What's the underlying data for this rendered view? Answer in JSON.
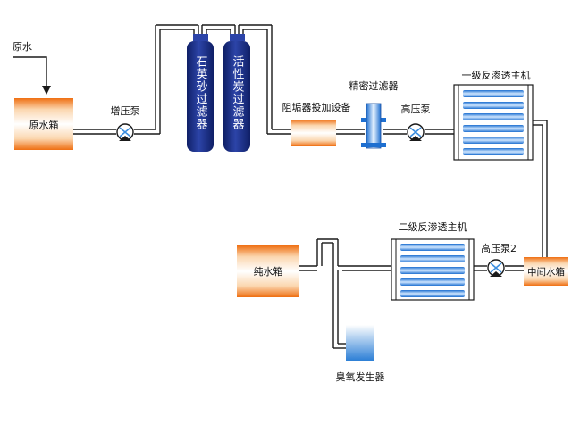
{
  "labels": {
    "raw_water": "原水",
    "raw_water_tank": "原水箱",
    "booster_pump": "增压泵",
    "quartz_filter": "石英砂过滤器",
    "carbon_filter": "活性炭过滤器",
    "scale_inhibitor": "阻垢器投加设备",
    "precision_filter": "精密过滤器",
    "high_pressure_pump": "高压泵",
    "ro_stage1": "一级反渗透主机",
    "intermediate_tank": "中间水箱",
    "high_pressure_pump2": "高压泵2",
    "ro_stage2": "二级反渗透主机",
    "pure_water_tank": "纯水箱",
    "ozone_generator": "臭氧发生器"
  },
  "colors": {
    "tank_orange": "#f07a1a",
    "filter_navy": "#1c2f80",
    "membrane_blue": "#3d8fe0",
    "pipe": "#1a1a1a",
    "ozone_blue": "#2d7fd6"
  }
}
